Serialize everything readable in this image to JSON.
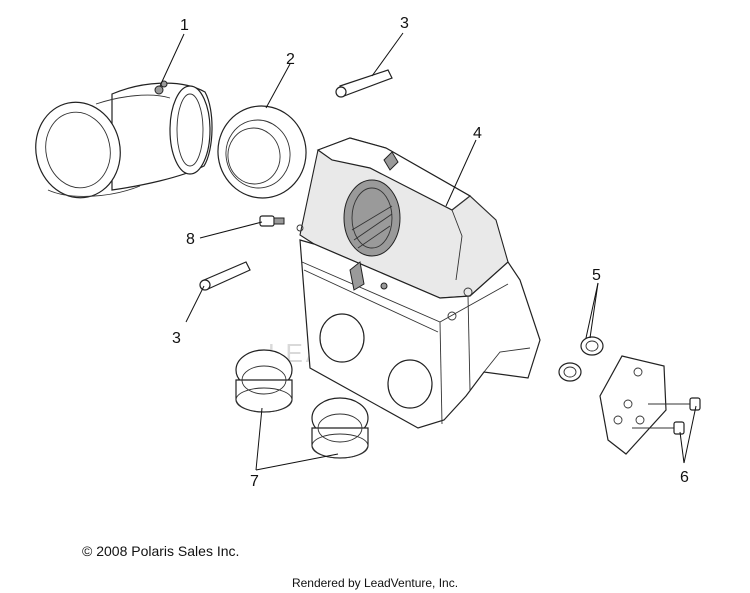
{
  "callouts": {
    "c1": "1",
    "c2": "2",
    "c3a": "3",
    "c3b": "3",
    "c4": "4",
    "c5": "5",
    "c6": "6",
    "c7": "7",
    "c8": "8"
  },
  "watermark": "LEADVENTURE",
  "footer": {
    "copyright": "© 2008 Polaris Sales Inc.",
    "rendered_by": "Rendered by LeadVenture, Inc."
  }
}
